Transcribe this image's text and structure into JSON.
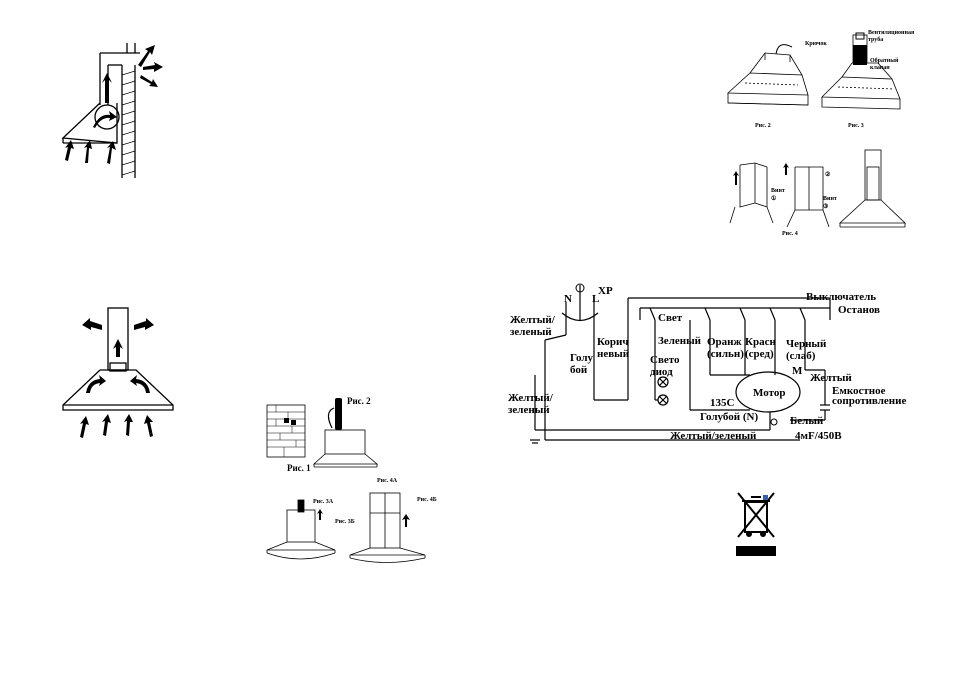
{
  "left_page": {
    "fig_top_labels": {
      "ris1": "Рис. 1",
      "ris2": "Рис. 2",
      "ris3a": "Рис. 3А",
      "ris3b": "Рис. 3Б",
      "ris4a": "Рис. 4А",
      "ris4b": "Рис. 4Б"
    }
  },
  "right_page": {
    "top_figs": {
      "hook": "Крючок",
      "vent_pipe": "Вентиляционная труба",
      "check_valve": "Обратный клапан",
      "ris2": "Рис. 2",
      "ris3": "Рис. 3",
      "vint1": "Винт ①",
      "vint2": "②",
      "vint3": "Винт ③",
      "ris4": "Рис. 4"
    },
    "wiring": {
      "xp": "XP",
      "n": "N",
      "l": "L",
      "switch": "Выключатель",
      "stop": "Останов",
      "light": "Свет",
      "yellow_green_1": "Желтый/ зеленый",
      "brown": "Корич невый",
      "blue": "Голу бой",
      "green": "Зеленый",
      "orange": "Оранж (сильн)",
      "red": "Красн (сред)",
      "black": "Черный (слаб)",
      "led": "Свето диод",
      "yellow_green_2": "Желтый/ зеленый",
      "m": "M",
      "yellow": "Желтый",
      "capacitor": "Емкостное сопротивление",
      "temp": "135C",
      "motor": "Мотор",
      "blue_n": "Голубой (N)",
      "white": "Белый",
      "yellow_green_3": "Желтый/зеленый",
      "cap_value": "4мF/450В"
    }
  }
}
